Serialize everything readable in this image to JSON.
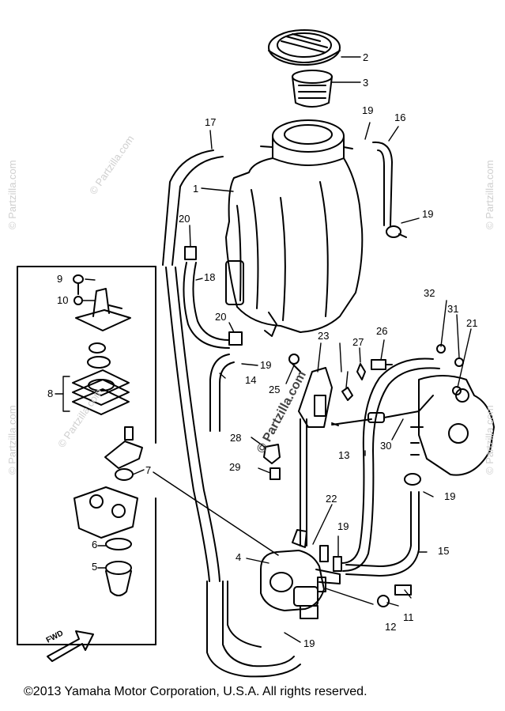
{
  "diagram": {
    "callouts": {
      "c1": "1",
      "c2": "2",
      "c3": "3",
      "c4": "4",
      "c5": "5",
      "c6": "6",
      "c7": "7",
      "c8": "8",
      "c9": "9",
      "c10": "10",
      "c11": "11",
      "c12": "12",
      "c13": "13",
      "c14": "14",
      "c15": "15",
      "c16": "16",
      "c17": "17",
      "c18": "18",
      "c19a": "19",
      "c19b": "19",
      "c19c": "19",
      "c19d": "19",
      "c19e": "19",
      "c19f": "19",
      "c20a": "20",
      "c20b": "20",
      "c21": "21",
      "c22": "22",
      "c23": "23",
      "c25": "25",
      "c26": "26",
      "c27": "27",
      "c28": "28",
      "c29": "29",
      "c30": "30",
      "c31": "31",
      "c32": "32"
    },
    "fwd_label": "FWD",
    "watermark": "© Partzilla.com",
    "center_watermark": "© Partzilla.com"
  },
  "footer": {
    "copyright": "©2013  Yamaha Motor Corporation, U.S.A. All rights reserved."
  }
}
